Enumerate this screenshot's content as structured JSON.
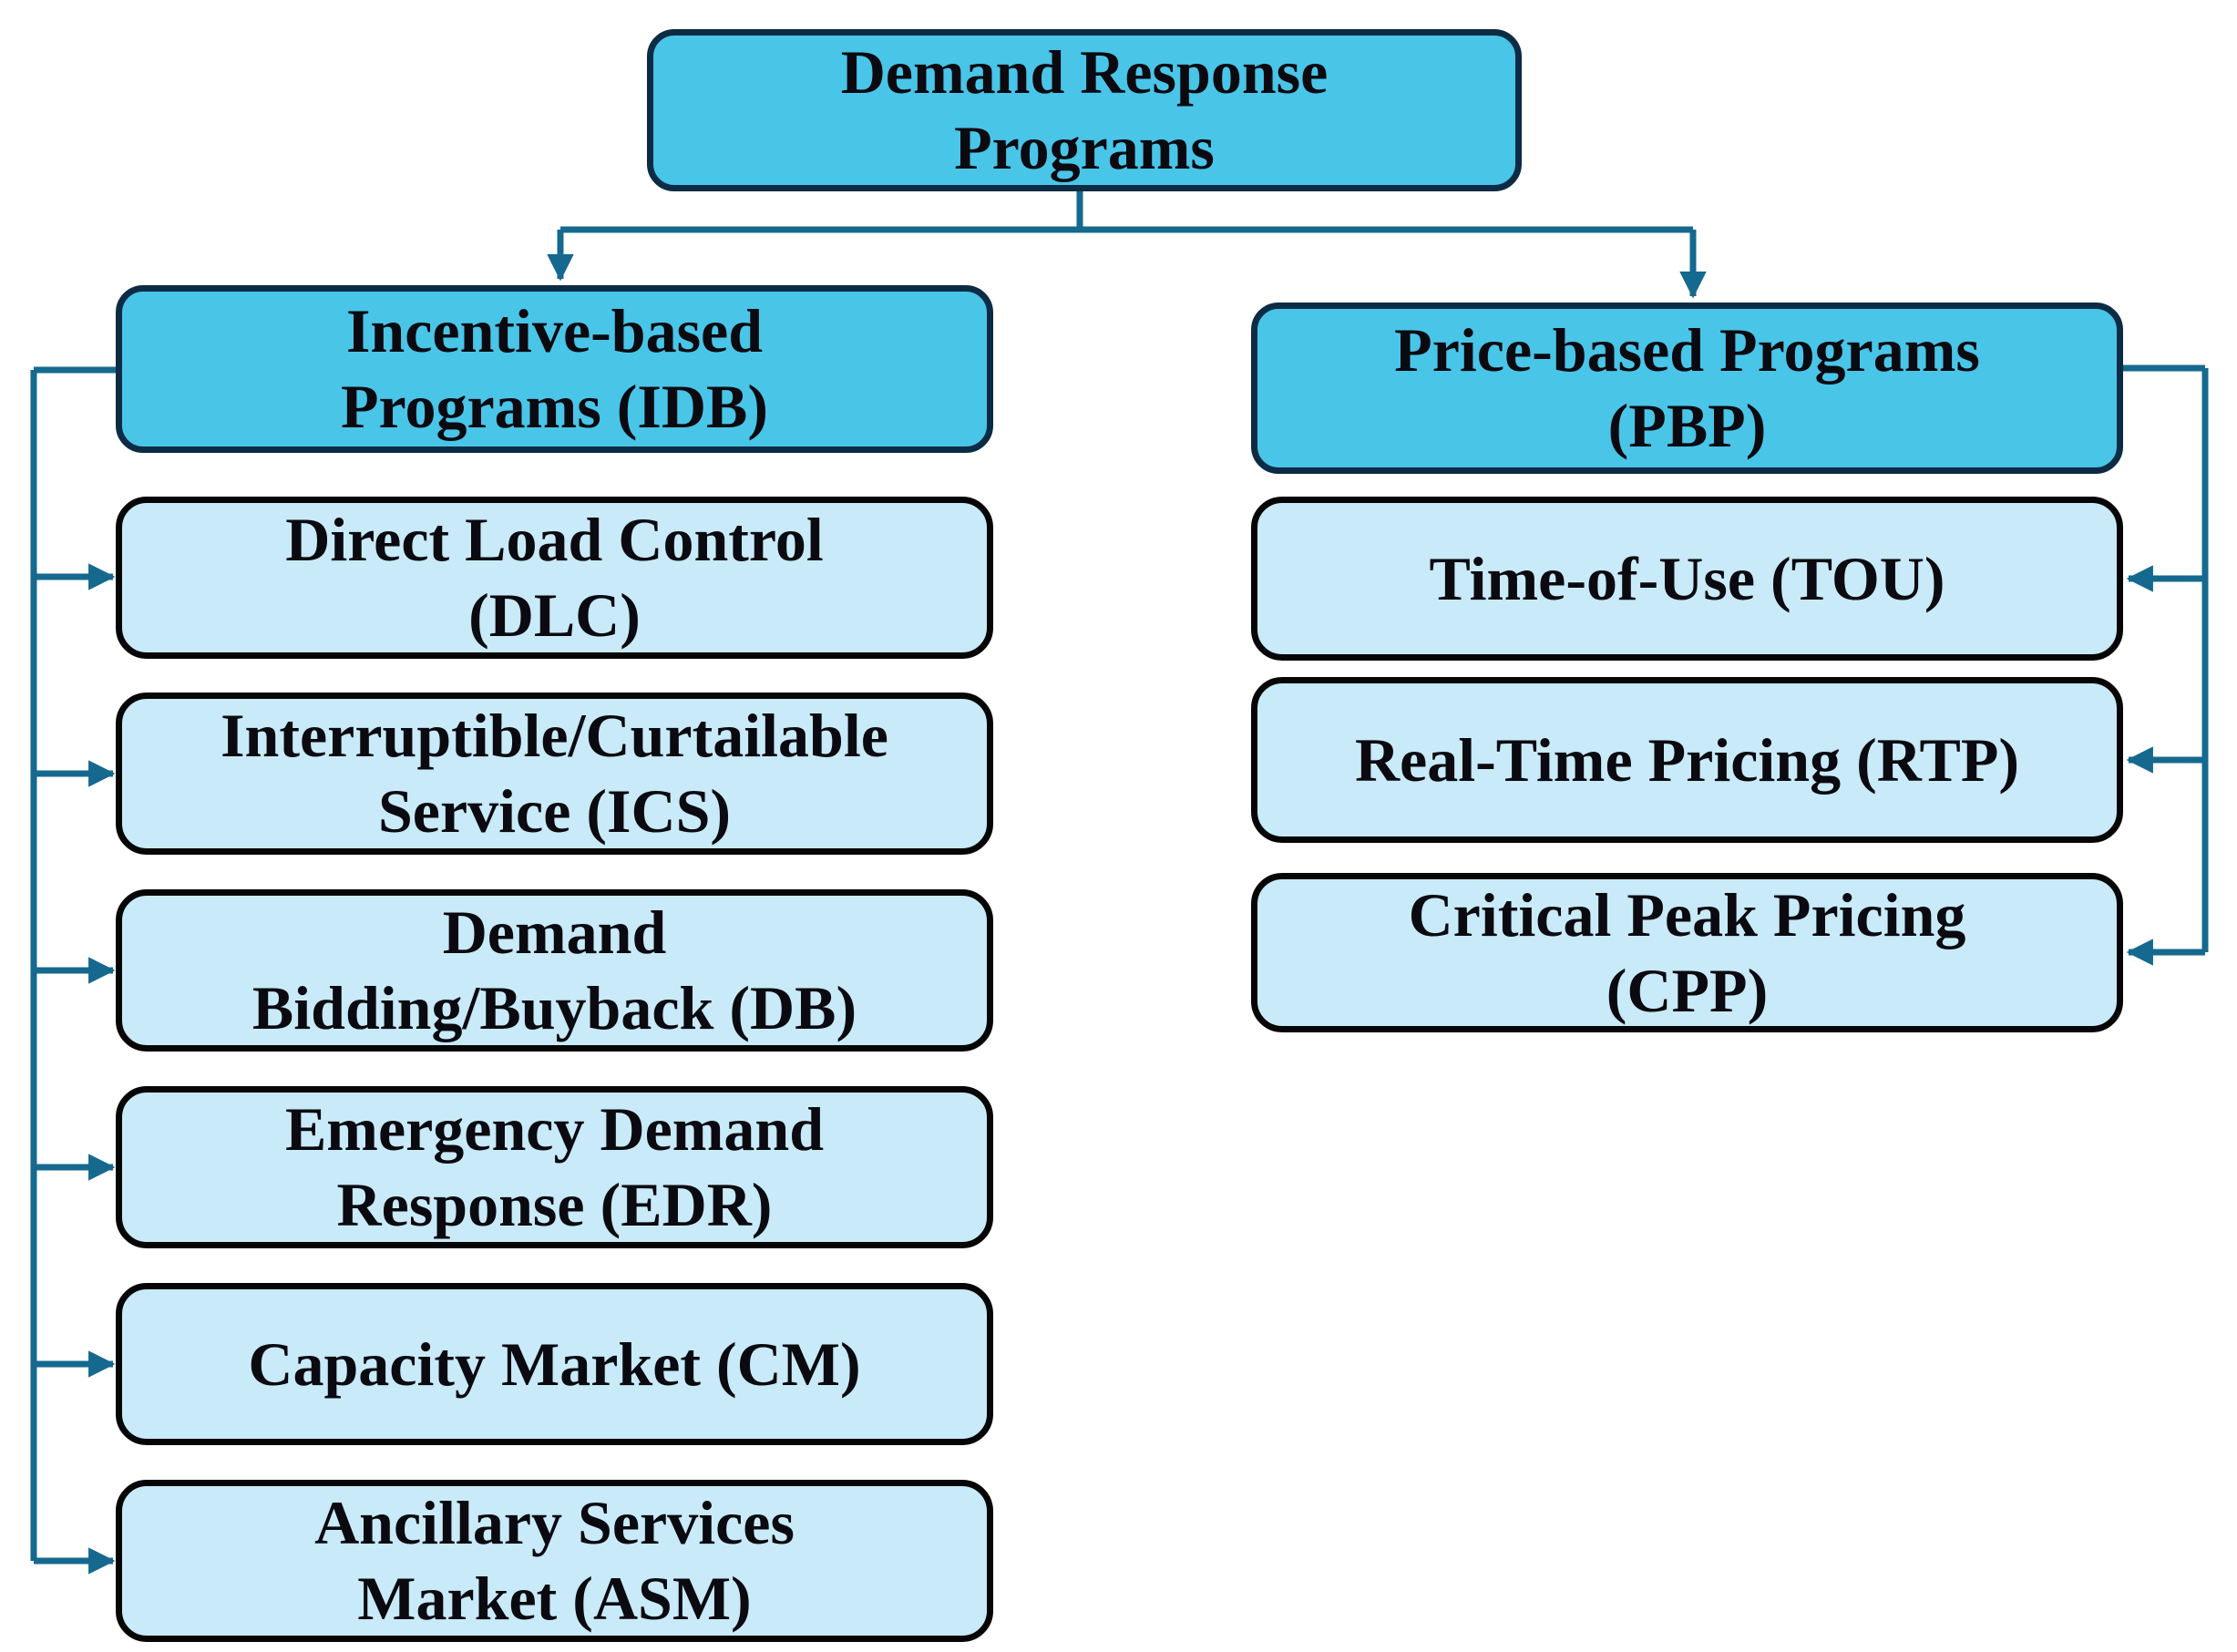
{
  "title": "Demand Response Programs flowchart",
  "colors": {
    "header-fill": "#49c5e8",
    "header-border": "#0c2b44",
    "child-fill": "#c9eaf8",
    "child-border": "#060606",
    "connector": "#15698f",
    "text": "#0a0a10",
    "background": "#ffffff"
  },
  "nodes": {
    "root": {
      "label": "Demand Response Programs",
      "lines": [
        "Demand Response",
        "Programs"
      ]
    },
    "idb": {
      "label": "Incentive-based Programs (IDB)",
      "lines": [
        "Incentive-based",
        "Programs (IDB)"
      ]
    },
    "dlc": {
      "label": "Direct Load Control (DLC)",
      "lines": [
        "Direct Load Control",
        "(DLC)"
      ]
    },
    "ics": {
      "label": "Interruptible/Curtailable Service (ICS)",
      "lines": [
        "Interruptible/Curtailable",
        "Service (ICS)"
      ]
    },
    "db": {
      "label": "Demand Bidding/Buyback (DB)",
      "lines": [
        "Demand",
        "Bidding/Buyback (DB)"
      ]
    },
    "edr": {
      "label": "Emergency Demand Response (EDR)",
      "lines": [
        "Emergency Demand",
        "Response (EDR)"
      ]
    },
    "cm": {
      "label": "Capacity Market (CM)",
      "lines": [
        "Capacity Market (CM)"
      ]
    },
    "asm": {
      "label": "Ancillary Services Market (ASM)",
      "lines": [
        "Ancillary Services",
        "Market (ASM)"
      ]
    },
    "pbp": {
      "label": "Price-based Programs (PBP)",
      "lines": [
        "Price-based Programs",
        "(PBP)"
      ]
    },
    "tou": {
      "label": "Time-of-Use (TOU)",
      "lines": [
        "Time-of-Use (TOU)"
      ]
    },
    "rtp": {
      "label": "Real-Time Pricing (RTP)",
      "lines": [
        "Real-Time Pricing (RTP)"
      ]
    },
    "cpp": {
      "label": "Critical Peak Pricing (CPP)",
      "lines": [
        "Critical Peak Pricing",
        "(CPP)"
      ]
    }
  }
}
